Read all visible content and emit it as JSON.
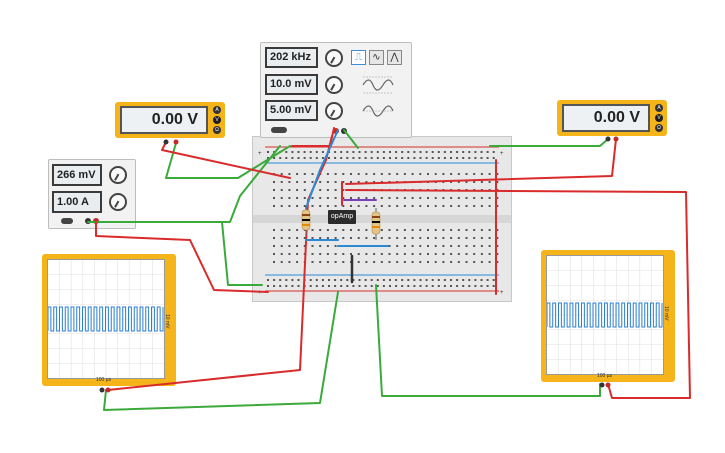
{
  "function_generator": {
    "frequency": "202 kHz",
    "amplitude": "10.0 mV",
    "offset": "5.00 mV",
    "waveforms": [
      "square-wave-icon",
      "sine-wave-icon",
      "triangle-wave-icon"
    ]
  },
  "power_supply": {
    "voltage": "266 mV",
    "current": "1.00 A"
  },
  "multimeter_left": {
    "reading": "0.00 V",
    "modes": [
      "A",
      "V",
      "Ω"
    ]
  },
  "multimeter_right": {
    "reading": "0.00 V",
    "modes": [
      "A",
      "V",
      "Ω"
    ]
  },
  "chip": {
    "label": "opAmp"
  },
  "oscilloscope_left": {
    "timebase": "100 µs",
    "volts_per_div": "10 mV"
  },
  "oscilloscope_right": {
    "timebase": "100 µs",
    "volts_per_div": "10 mV"
  },
  "colors": {
    "wire_red": "#d92b2b",
    "wire_green": "#3aaa3a",
    "wire_blue": "#2a8ad4",
    "wire_purple": "#7a3fb5",
    "instrument_yellow": "#f4b41a",
    "scope_trace": "#2a7fd1"
  }
}
